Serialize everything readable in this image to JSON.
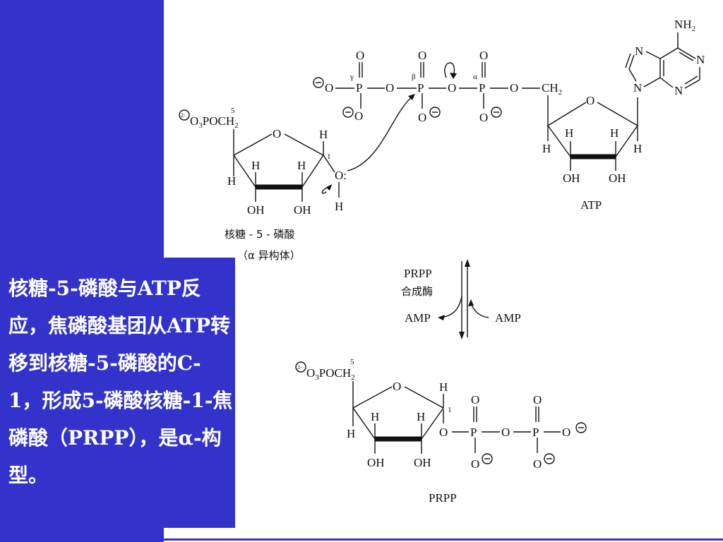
{
  "caption": "核糖-5-磷酸与ATP反应，焦磷酸基团从ATP转移到核糖-5-磷酸的C-1，形成5-磷酸核糖-1-焦磷酸（PRPP），是α-构型。",
  "labels": {
    "ribose_name": "核糖 - 5 - 磷酸",
    "alpha_anomer": "（α 异构体）",
    "atp": "ATP",
    "enzyme_line1": "PRPP",
    "enzyme_line2": "合成酶",
    "amp_left": "AMP",
    "amp_right": "AMP",
    "prpp": "PRPP"
  },
  "colors": {
    "slide_blue": "#3333cc",
    "caption_text": "#ffffff"
  }
}
